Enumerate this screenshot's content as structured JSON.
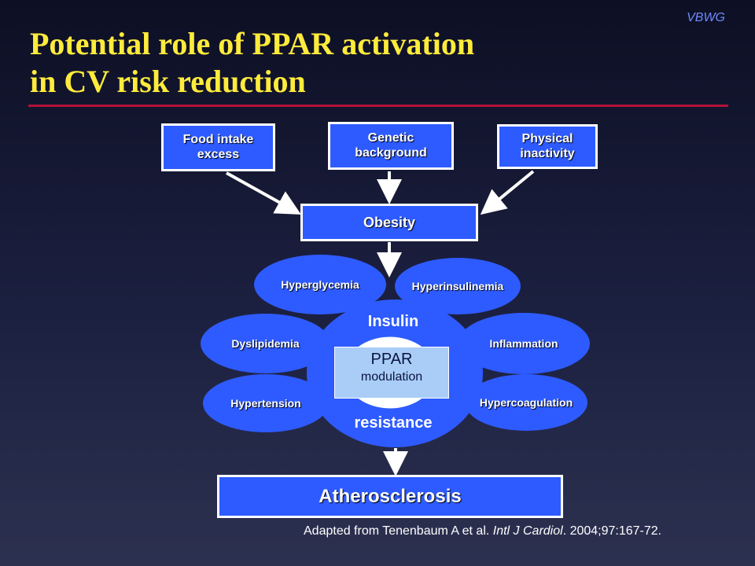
{
  "tag": "VBWG",
  "title": {
    "line1": "Potential role of PPAR activation",
    "line2": "in CV risk reduction"
  },
  "inputs": [
    {
      "label": "Food intake\nexcess"
    },
    {
      "label": "Genetic\nbackground"
    },
    {
      "label": "Physical\ninactivity"
    }
  ],
  "obesity": "Obesity",
  "insulin_resistance": {
    "top": "Insulin",
    "bottom": "resistance"
  },
  "ppar": {
    "line1": "PPAR",
    "line2": "modulation"
  },
  "conditions": {
    "hyperglycemia": "Hyperglycemia",
    "hyperinsulinemia": "Hyperinsulinemia",
    "dyslipidemia": "Dyslipidemia",
    "inflammation": "Inflammation",
    "hypertension": "Hypertension",
    "hypercoagulation": "Hypercoagulation"
  },
  "outcome": "Atherosclerosis",
  "citation": {
    "prefix": "Adapted from Tenenbaum A et al. ",
    "journal": "Intl J Cardiol",
    "suffix": ". 2004;97:167-72."
  },
  "colors": {
    "title": "#ffeb3b",
    "box_fill": "#2e5bff",
    "rule": "#b3123a",
    "ppar_fill": "#a9cdf7"
  }
}
